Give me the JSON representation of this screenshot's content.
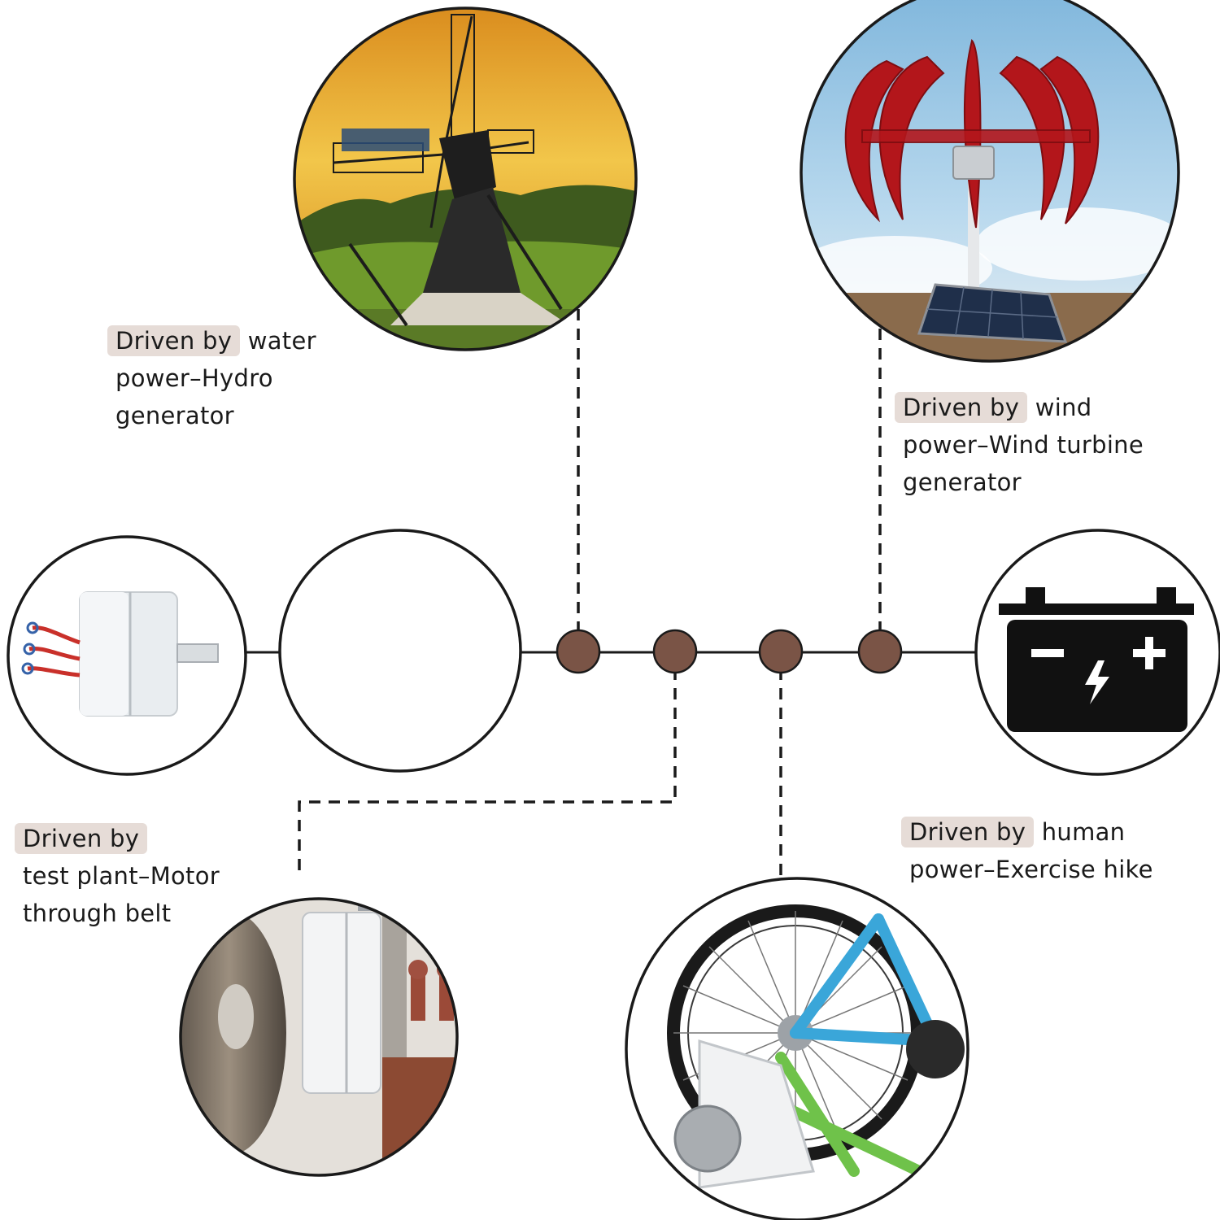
{
  "captions": {
    "water": {
      "highlight": "Driven by",
      "rest": " water",
      "line2": "power–Hydro",
      "line3": "generator"
    },
    "wind": {
      "highlight": "Driven by",
      "rest": " wind",
      "line2": "power–Wind turbine",
      "line3": "generator"
    },
    "test": {
      "highlight": "Driven by",
      "rest": "",
      "line2": "test plant–Motor",
      "line3": "through belt"
    },
    "human": {
      "highlight": "Driven by",
      "rest": " human",
      "line2": "power–Exercise hike"
    }
  },
  "icons": {
    "generator": "generator-icon",
    "windmill": "windmill-photo",
    "lantern_turbine": "wind-turbine-photo",
    "battery": "battery-icon",
    "test_bench": "motor-belt-photo",
    "bike_trainer": "exercise-bike-photo"
  },
  "colors": {
    "node": "#7a5446",
    "line": "#1a1a1a",
    "caption_highlight": "#e6dcd7",
    "turbine_red": "#b3161b",
    "sky_blue": "#9fcbe6"
  }
}
